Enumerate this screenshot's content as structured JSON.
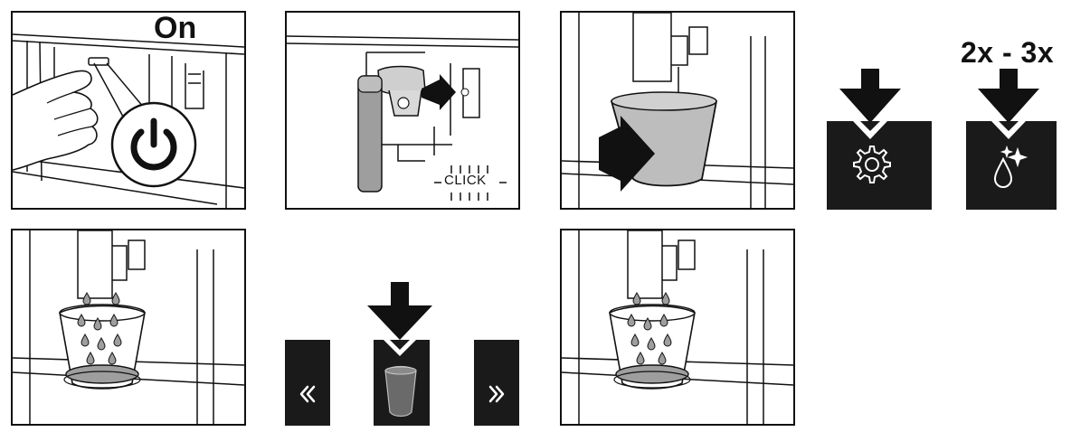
{
  "labels": {
    "power_on": "On",
    "click_sound": "CLICK",
    "repeat_count": "2x - 3x"
  },
  "icons": {
    "power": "power-icon",
    "settings": "gear-icon",
    "rinse": "water-drop-sparkle-icon",
    "nav_left": "double-chevron-left-icon",
    "nav_right": "double-chevron-right-icon",
    "press": "down-arrow-icon"
  },
  "colors": {
    "ink": "#111111",
    "panel_dark": "#1a1a1a",
    "container_fill": "#bdbdbd",
    "icon_light": "#ffffff"
  }
}
